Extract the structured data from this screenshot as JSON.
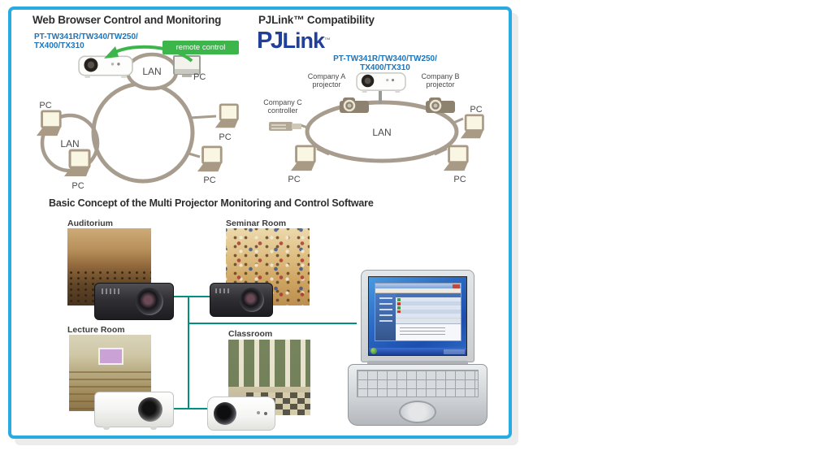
{
  "colors": {
    "frame_border": "#29abe2",
    "model_text": "#1b75bc",
    "remote_green": "#3cb54a",
    "ring_stroke": "#a79c8e",
    "teal_line": "#00917e",
    "pjlink_navy": "#21409a"
  },
  "web_section": {
    "title": "Web Browser Control and Monitoring",
    "models": [
      "PT-TW341R/TW340/TW250/",
      "TX400/TX310"
    ],
    "remote_control": "remote control",
    "lan_top": "LAN",
    "lan_left": "LAN",
    "pc": "PC"
  },
  "pjlink_section": {
    "title": "PJLink™ Compatibility",
    "logo_pj": "PJ",
    "logo_link": "Link",
    "logo_tm": "™",
    "models": [
      "PT-TW341R/TW340/TW250/",
      "TX400/TX310"
    ],
    "company_a_line1": "Company A",
    "company_a_line2": "projector",
    "company_b_line1": "Company B",
    "company_b_line2": "projector",
    "company_c_line1": "Company C",
    "company_c_line2": "controller",
    "lan": "LAN",
    "pc": "PC"
  },
  "concept_section": {
    "title": "Basic Concept of the Multi Projector Monitoring and Control Software",
    "rooms": [
      {
        "label": "Auditorium"
      },
      {
        "label": "Seminar Room"
      },
      {
        "label": "Lecture Room"
      },
      {
        "label": "Classroom"
      }
    ]
  }
}
